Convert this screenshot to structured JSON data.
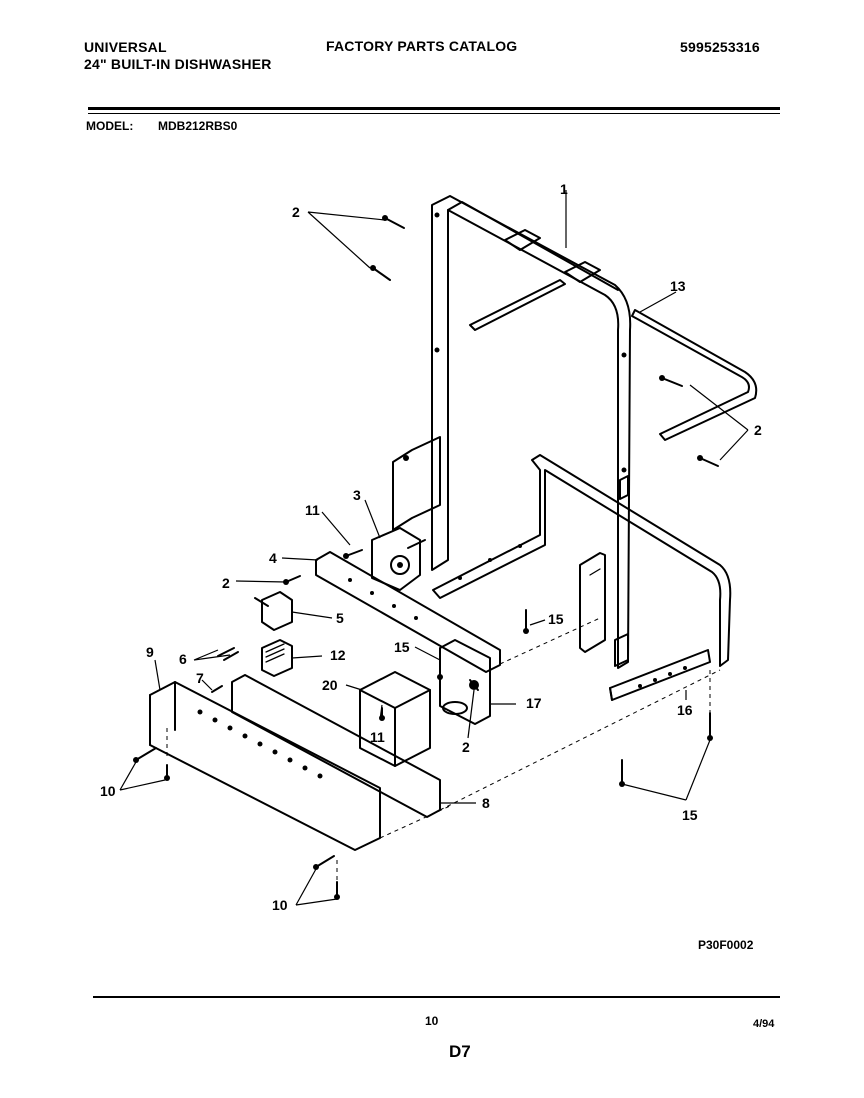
{
  "header": {
    "brand": "UNIVERSAL",
    "product": "24\" BUILT-IN DISHWASHER",
    "catalog_title": "FACTORY PARTS CATALOG",
    "catalog_number": "5995253316",
    "model_label": "MODEL:",
    "model_value": "MDB212RBS0"
  },
  "diagram": {
    "callouts": [
      "1",
      "2",
      "2",
      "2",
      "2",
      "2",
      "3",
      "4",
      "5",
      "6",
      "7",
      "8",
      "9",
      "10",
      "10",
      "11",
      "11",
      "12",
      "13",
      "15",
      "15",
      "15",
      "16",
      "17",
      "20"
    ],
    "drawing_code": "P30F0002"
  },
  "footer": {
    "page_number": "10",
    "date": "4/94",
    "section": "D7"
  }
}
